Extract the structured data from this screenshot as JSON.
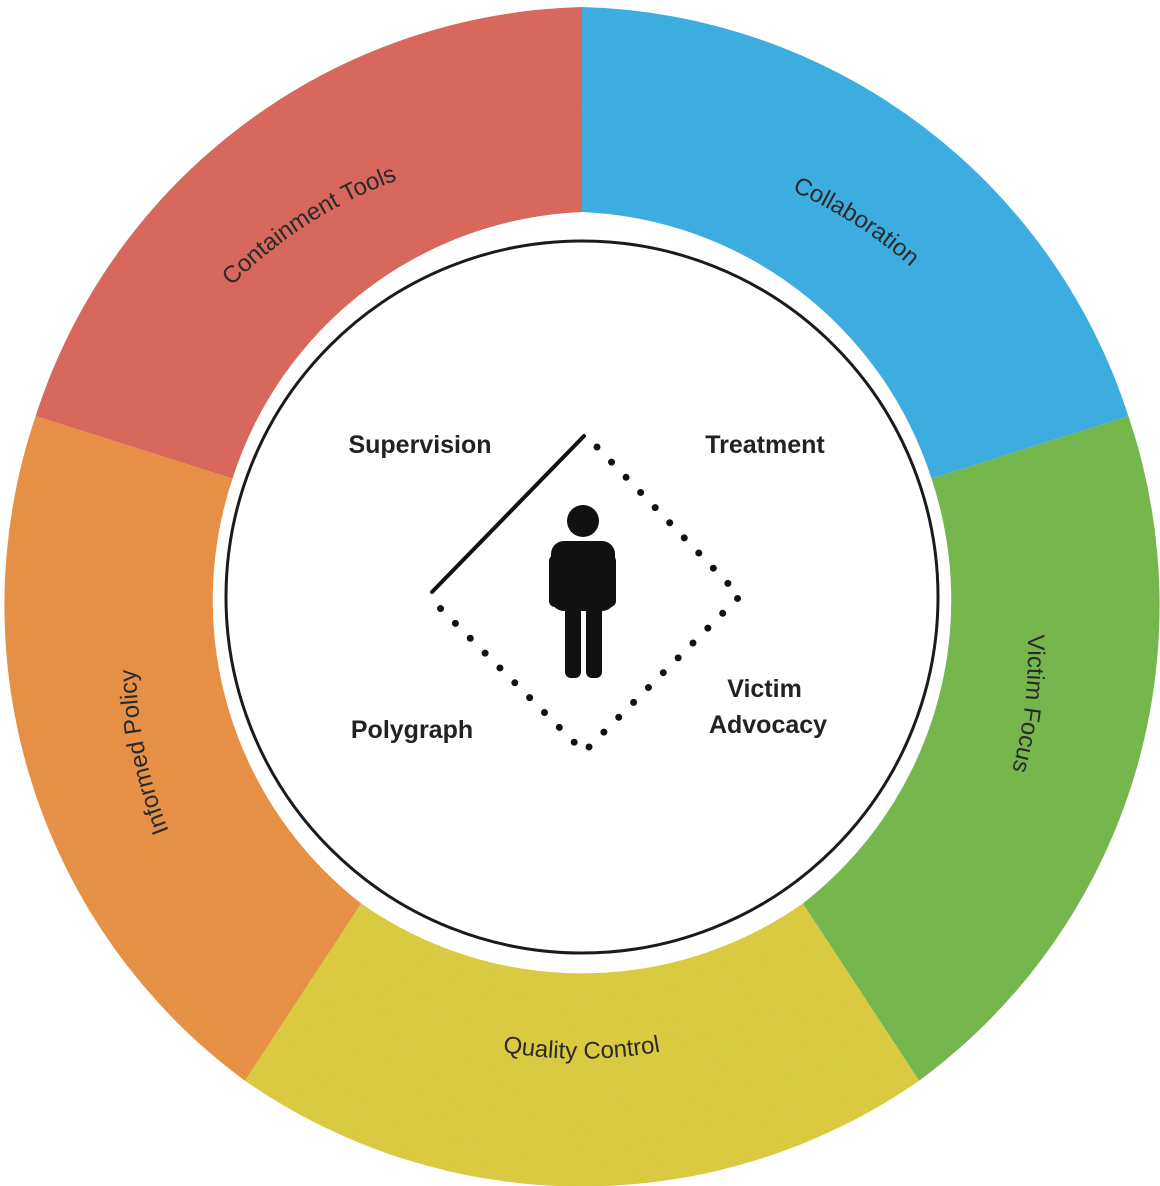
{
  "ring": {
    "segments": [
      {
        "id": "containment-tools",
        "label": "Containment Tools",
        "color": "#dd6a5e"
      },
      {
        "id": "collaboration",
        "label": "Collaboration",
        "color": "#3fb1e5"
      },
      {
        "id": "victim-focus",
        "label": "Victim Focus",
        "color": "#78bb4f"
      },
      {
        "id": "quality-control",
        "label": "Quality Control",
        "color": "#dfcf43"
      },
      {
        "id": "informed-policy",
        "label": "Informed Policy",
        "color": "#eb9447"
      }
    ]
  },
  "center": {
    "supervision": "Supervision",
    "treatment": "Treatment",
    "polygraph": "Polygraph",
    "victim_advocacy_line1": "Victim",
    "victim_advocacy_line2": "Advocacy",
    "figure_icon": "person-icon"
  }
}
